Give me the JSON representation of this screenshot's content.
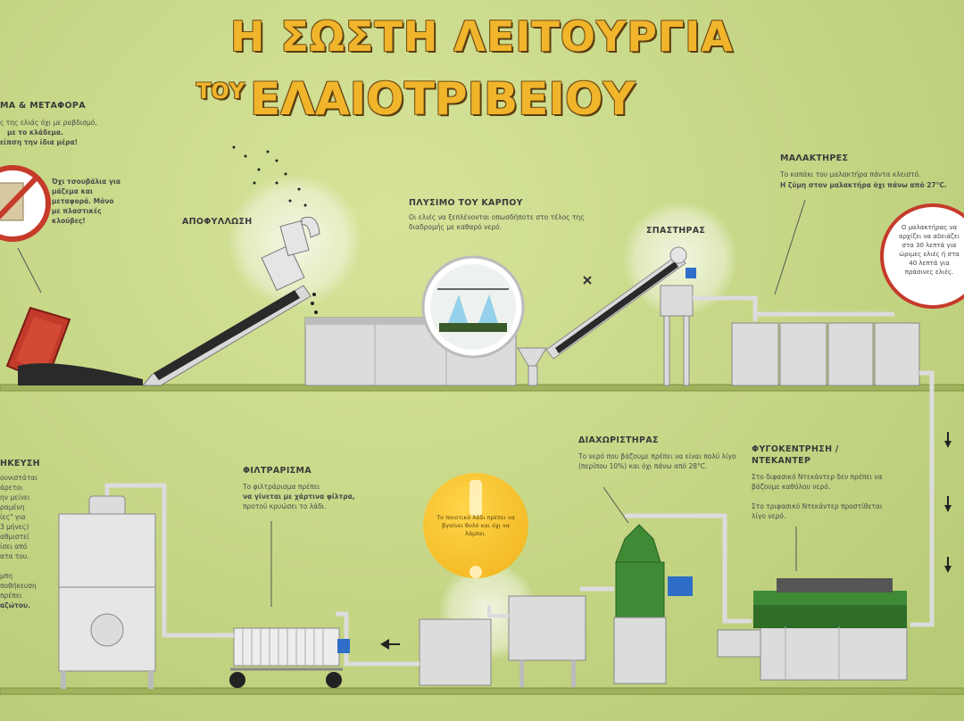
{
  "title": {
    "line1": "Η ΣΩΣΤΗ ΛΕΙΤΟΥΡΓΙΑ",
    "line2_small": "ΤΟΥ",
    "line2_big": "ΕΛΑΙΟΤΡΙΒΕΙΟΥ"
  },
  "sections": {
    "harvest": {
      "label": "ΜΑ & ΜΕΤΑΦΟΡΑ",
      "text_1": "ς της ελιάς όχι με ραβδισμό,",
      "text_2": "με το κλάδεμα.",
      "text_3": "είπση την ίδια μέρα!"
    },
    "sacks_warning": {
      "text": "Όχι τσουβάλια για μάζεμα και μεταφορά. Μόνο με πλαστικές κλούβες!"
    },
    "deleafing": {
      "label": "ΑΠΟΦΥΛΛΩΣΗ"
    },
    "washing": {
      "label": "ΠΛΥΣΙΜΟ ΤΟΥ ΚΑΡΠΟΥ",
      "text": "Οι ελιές να ξεπλένονται οπωσδήποτε στο τέλος της διαδρομής με καθαρό νερό."
    },
    "crusher": {
      "label": "ΣΠΑΣΤΗΡΑΣ"
    },
    "malaxers": {
      "label": "ΜΑΛΑΚΤΗΡΕΣ",
      "text_1": "Το καπάκι του μαλακτήρα πάντα κλειστό.",
      "text_2": "Η ζύμη στον μαλακτήρα όχι πάνω από 27°C."
    },
    "malaxer_warning": {
      "text": "Ο μαλακτήρας να αρχίζει να αδειάζει στα 30 λεπτά για ώριμες ελιές ή στα 40 λεπτά για πράσινες ελιές."
    },
    "storage": {
      "label": "ΗΚΕΥΣΗ",
      "lines": [
        "ουνιστάται",
        "άρετοι",
        "ην μείνει",
        "ραμένη",
        "ίες\" για",
        "3 μήνες)",
        "αθμιστεί",
        "ίσει από",
        "ατα του.",
        "",
        "μπη",
        "ποθήκευση",
        "πρέπει",
        "αζώτου."
      ]
    },
    "filtering": {
      "label": "ΦΙΛΤΡΑΡΙΣΜΑ",
      "text_1": "Το φιλτράρισμα πρέπει",
      "text_2": "να γίνεται με χάρτινα φίλτρα,",
      "text_3": "προτού κρυώσει το λάδι."
    },
    "oil_note": {
      "text": "Το ποιοτικό λάδι πρέπει να βγαίνει θολό και όχι να λάμπει."
    },
    "separator": {
      "label": "ΔΙΑΧΩΡΙΣΤΗΡΑΣ",
      "text": "Το νερό που βάζουμε πρέπει να είναι πολύ λίγο (περίπου 10%) και όχι πάνω από 28°C."
    },
    "decanter": {
      "label_1": "ΦΥΓΟΚΕΝΤΡΗΣΗ /",
      "label_2": "ΝΤΕΚΑΝΤΕΡ",
      "text_1": "Στο διφασικό Ντεκάντερ δεν πρέπει να βάζουμε καθόλου νερό.",
      "text_2": "Στο τριφασικό Ντεκάντερ προστίθεται λίγο νερό."
    }
  },
  "colors": {
    "background": "#c9d98a",
    "title_fill": "#f1b52c",
    "warning_red": "#c63a2a",
    "machine_grey": "#dcdcdc",
    "machine_green": "#3f8a35",
    "accent_blue": "#2e6ec9",
    "note_yellow": "#f0b21a"
  }
}
